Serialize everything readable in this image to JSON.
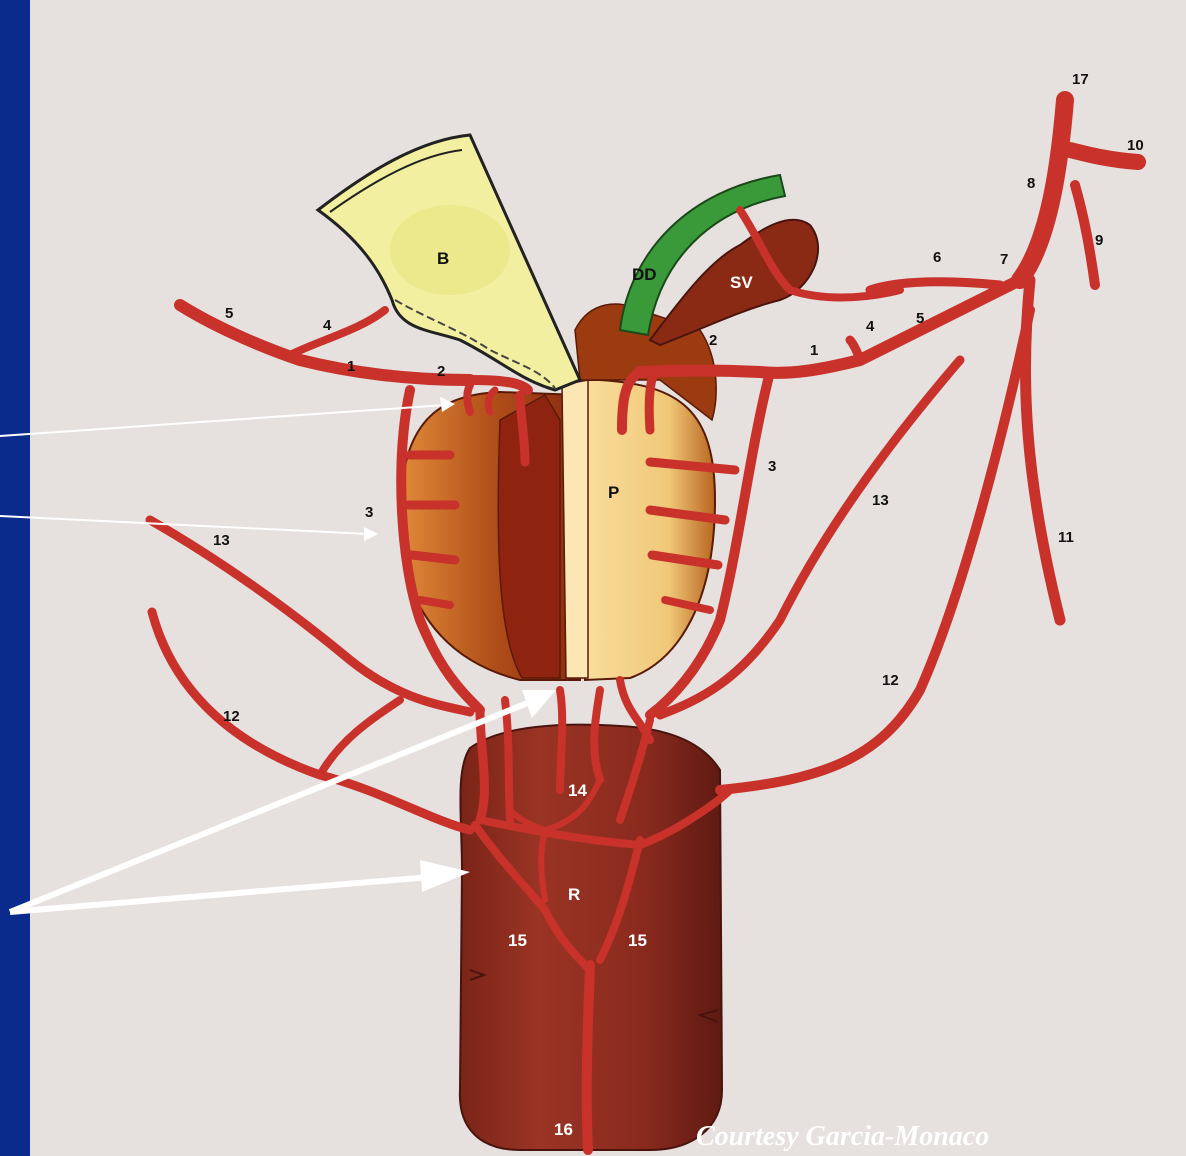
{
  "organs": {
    "bladder": "B",
    "prostate": "P",
    "seminal_vesicle": "SV",
    "ductus_deferens": "DD",
    "rectum": "R"
  },
  "vessel_numbers": {
    "n1_left": "1",
    "n1_right": "1",
    "n2_left": "2",
    "n2_right": "2",
    "n3_left": "3",
    "n3_right": "3",
    "n4_left": "4",
    "n4_right": "4",
    "n5_left": "5",
    "n5_right": "5",
    "n6": "6",
    "n7": "7",
    "n8": "8",
    "n9": "9",
    "n10": "10",
    "n11": "11",
    "n12_left": "12",
    "n12_right": "12",
    "n13_left": "13",
    "n13_right": "13",
    "n14": "14",
    "n15_left": "15",
    "n15_right": "15",
    "n16": "16",
    "n17": "17"
  },
  "credit": "Courtesy Garcia-Monaco",
  "colors": {
    "slide_background": "#0a2a8c",
    "figure_background": "#e6e0df",
    "artery": "#c8322b",
    "bladder": "#f1ef9e",
    "prostate_light": "#f6d98f",
    "prostate_dark": "#a83a10",
    "seminal_vesicle": "#8a2a14",
    "ductus_deferens": "#3a9a3a",
    "rectum": "#8c2a20",
    "pointer_arrows": "#ffffff"
  }
}
